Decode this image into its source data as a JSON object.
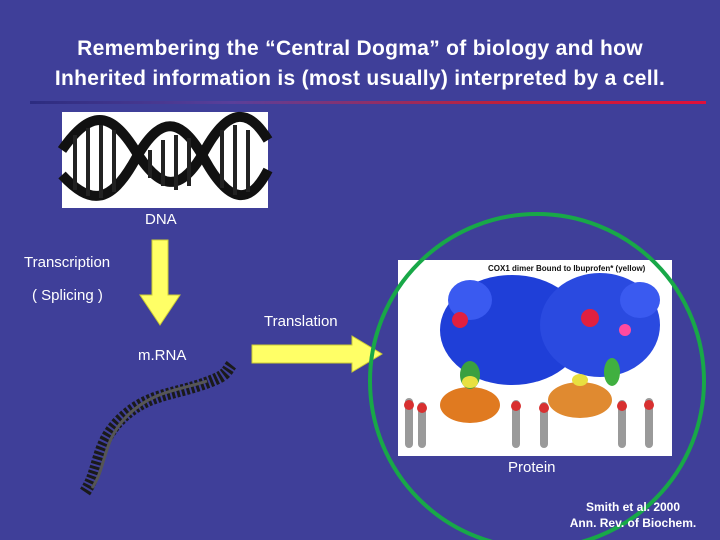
{
  "slide": {
    "title_line1": "Remembering the “Central Dogma” of biology and how",
    "title_line2": "Inherited information is (most usually) interpreted by a cell."
  },
  "labels": {
    "dna": "DNA",
    "transcription": "Transcription",
    "splicing": "( Splicing )",
    "translation": "Translation",
    "mrna": "m.RNA",
    "protein": "Protein"
  },
  "protein_image": {
    "caption": "COX1 dimer Bound to Ibuprofen* (yellow)"
  },
  "credit": {
    "line1": "Smith et al. 2000",
    "line2": "Ann. Rev. of Biochem."
  },
  "colors": {
    "background": "#3f3f99",
    "arrow_fill": "#ffff66",
    "circle_stroke": "#18a848",
    "title_rule": "#c0203a"
  }
}
